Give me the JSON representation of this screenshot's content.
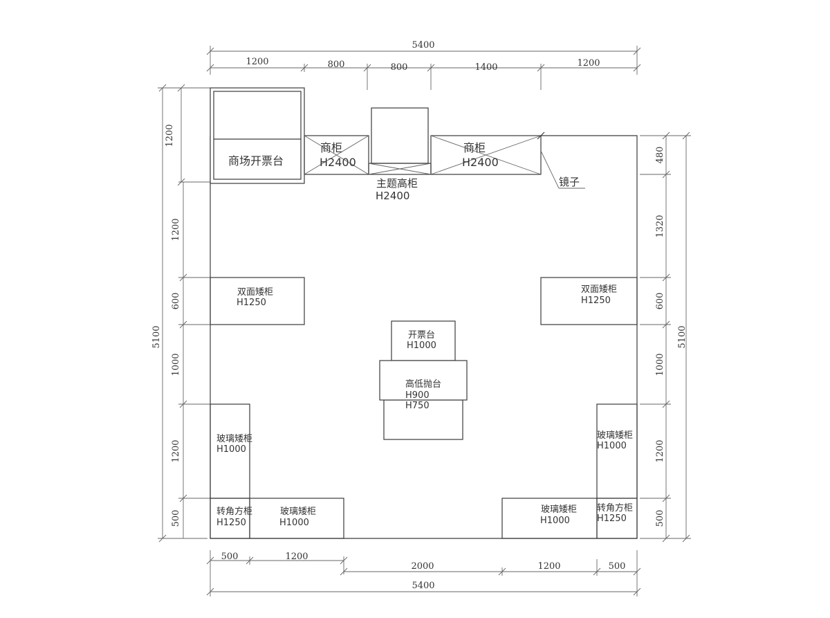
{
  "diagram": {
    "dimensions_top": {
      "overall": "5400",
      "segments": [
        "1200",
        "800",
        "800",
        "1400",
        "1200"
      ]
    },
    "dimensions_bottom": {
      "overall": "5400",
      "segments": [
        "500",
        "1200",
        "2000",
        "1200",
        "500"
      ]
    },
    "dimensions_left": {
      "overall": "5100",
      "segments": [
        "1200",
        "1200",
        "600",
        "1000",
        "1200",
        "500"
      ]
    },
    "dimensions_right": {
      "overall": "5100",
      "segments": [
        "480",
        "1320",
        "600",
        "1000",
        "1200",
        "500"
      ]
    },
    "labels": {
      "mall_ticket_counter": "商场开票台",
      "tall_cabinet_left_name": "商柜",
      "tall_cabinet_left_height": "H2400",
      "tall_cabinet_right_name": "商柜",
      "tall_cabinet_right_height": "H2400",
      "theme_cabinet_name": "主题高柜",
      "theme_cabinet_height": "H2400",
      "mirror": "镜子",
      "double_low_left_name": "双面矮柜",
      "double_low_left_height": "H1250",
      "double_low_right_name": "双面矮柜",
      "double_low_right_height": "H1250",
      "ticket_counter_name": "开票台",
      "ticket_counter_height": "H1000",
      "display_table_name": "高低抛台",
      "display_table_height_high": "H900",
      "display_table_height_low": "H750",
      "glass_low_left_name": "玻璃矮柜",
      "glass_low_left_height": "H1000",
      "glass_low_right_name": "玻璃矮柜",
      "glass_low_right_height": "H1000",
      "corner_left_name": "转角方柜",
      "corner_left_height": "H1250",
      "corner_right_name": "转角方柜",
      "corner_right_height": "H1250",
      "glass_bottom_left_name": "玻璃矮柜",
      "glass_bottom_left_height": "H1000",
      "glass_bottom_right_name": "玻璃矮柜",
      "glass_bottom_right_height": "H1000"
    }
  }
}
